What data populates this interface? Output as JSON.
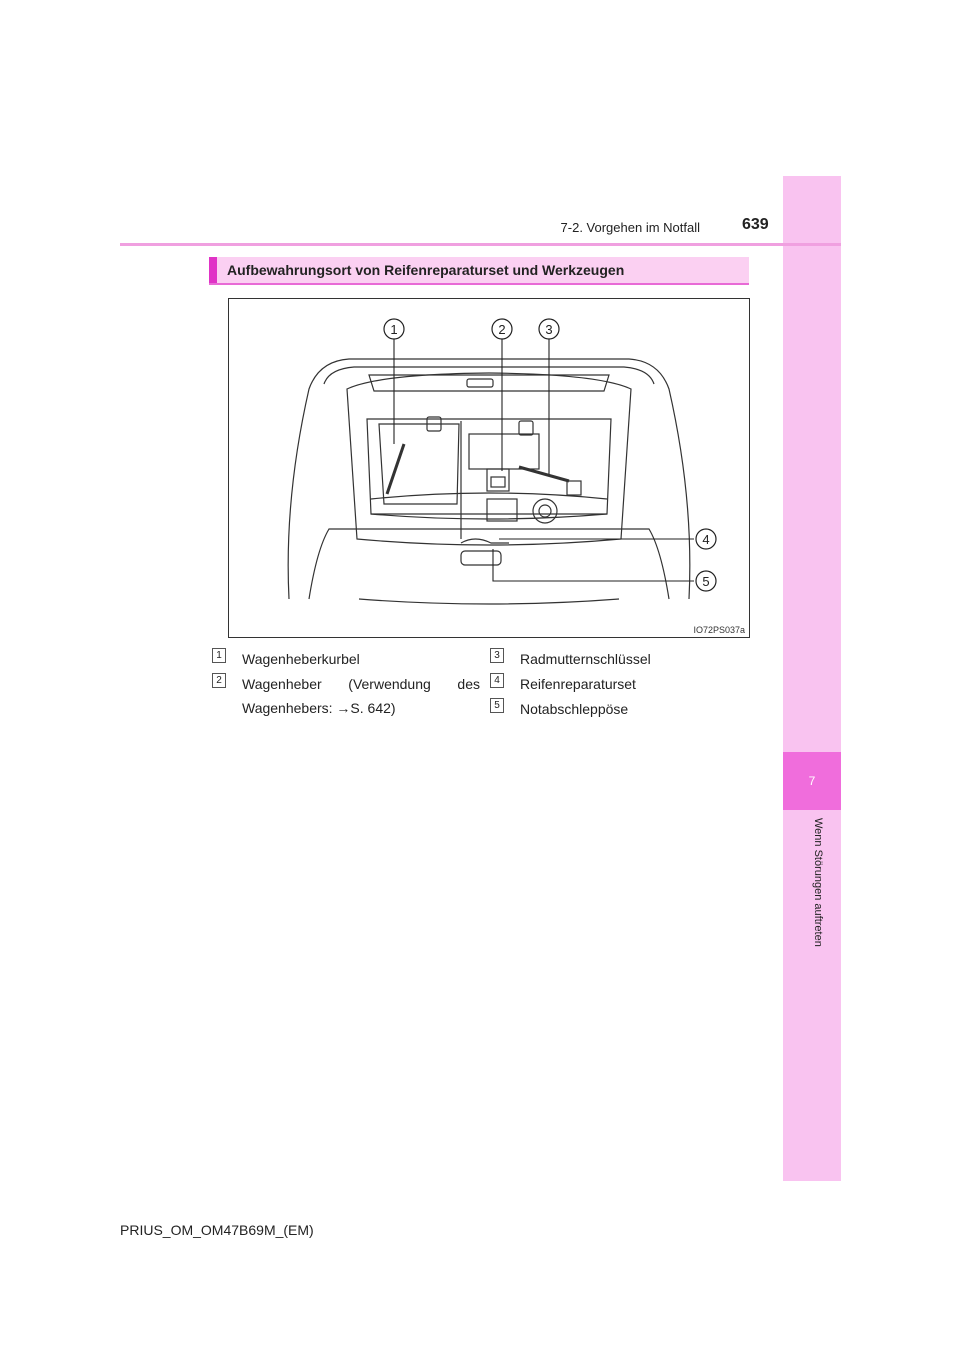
{
  "header": {
    "section": "7-2. Vorgehen im Notfall",
    "page_number": "639"
  },
  "side_tab": {
    "chapter_number": "7",
    "chapter_title": "Wenn Störungen auftreten"
  },
  "section": {
    "title": "Aufbewahrungsort von Reifenreparaturset und Werkzeugen"
  },
  "figure": {
    "code": "IO72PS037a",
    "callouts": [
      "1",
      "2",
      "3",
      "4",
      "5"
    ]
  },
  "legend": [
    {
      "num": "1",
      "text": "Wagenheberkurbel"
    },
    {
      "num": "2",
      "text": "Wagenheber (Verwendung des Wagenhebers: →S. 642)"
    },
    {
      "num": "3",
      "text": "Radmutternschlüssel"
    },
    {
      "num": "4",
      "text": "Reifenreparaturset"
    },
    {
      "num": "5",
      "text": "Notabschleppöse"
    }
  ],
  "footer": {
    "doc_code": "PRIUS_OM_OM47B69M_(EM)"
  }
}
